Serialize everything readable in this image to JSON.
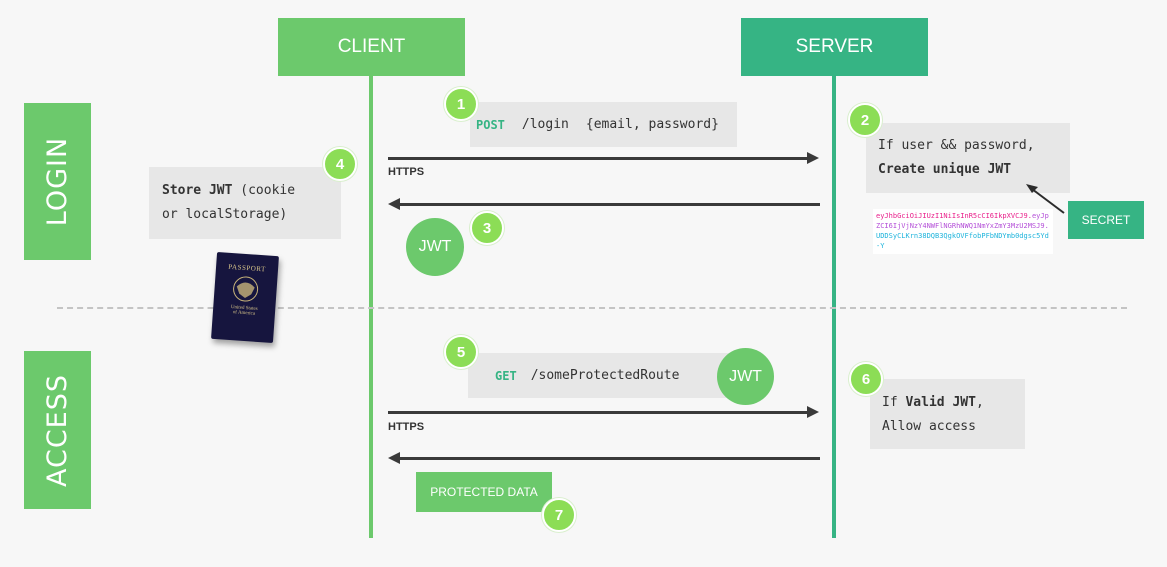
{
  "headers": {
    "client": "CLIENT",
    "server": "SERVER"
  },
  "sections": {
    "login": "LOGIN",
    "access": "ACCESS"
  },
  "steps": [
    "1",
    "2",
    "3",
    "4",
    "5",
    "6",
    "7"
  ],
  "login": {
    "request_method": "POST",
    "request_path": "/login",
    "request_body": "{email, password}",
    "transport": "HTTPS",
    "server_line1": "If user && password,",
    "server_line2": "Create unique JWT",
    "secret_label": "SECRET",
    "token_part_a": "eyJhbGciOiJIUzI1NiIsInR5cCI6IkpXVCJ9.",
    "token_part_b": "eyJpZCI6IjVjNzY4NWFlNGRhNWQ1NmYxZmY3MzU2MSJ9.",
    "token_part_c": "UDDSyCLKrn38DQB3QgkOVFfobPFbNDYmb0dgsc5Yd-Y",
    "response_token": "JWT",
    "client_store_bold": "Store JWT",
    "client_store_rest1": " (cookie",
    "client_store_line2": "or localStorage)"
  },
  "passport": {
    "title": "PASSPORT",
    "caption_line1": "United States",
    "caption_line2": "of America"
  },
  "access": {
    "request_method": "GET",
    "request_path": "/someProtectedRoute",
    "request_token": "JWT",
    "transport": "HTTPS",
    "server_line1_pre": "If ",
    "server_line1_bold": "Valid JWT",
    "server_line1_post": ",",
    "server_line2": "Allow access",
    "response": "PROTECTED DATA"
  },
  "colors": {
    "client_header": "#6cc96c",
    "server_header": "#36b484",
    "step_badge": "#8cdd56",
    "arrow": "#3a3a3a",
    "method": "#36b484"
  },
  "icons": {
    "passport": "passport-image",
    "arrows": "arrow-icon"
  }
}
